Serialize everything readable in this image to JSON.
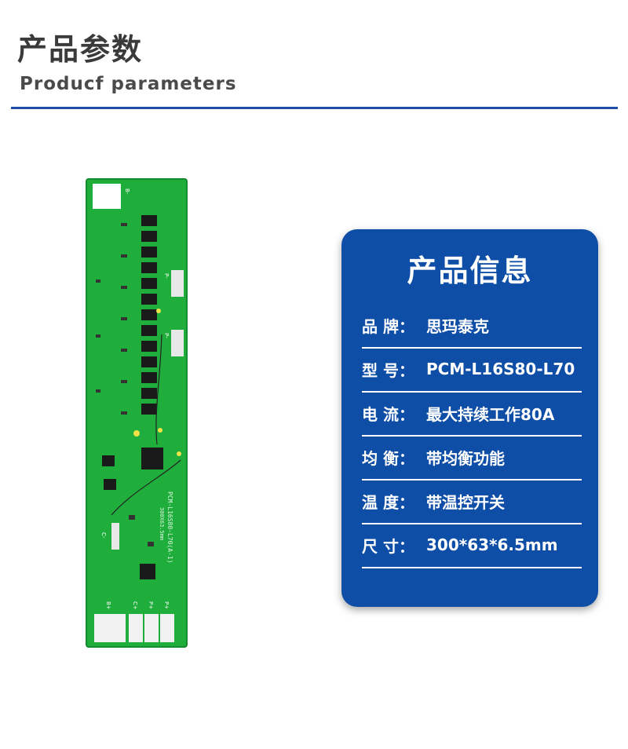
{
  "header": {
    "title_cn": "产品参数",
    "title_en": "Producf  parameters"
  },
  "board": {
    "model_silk": "PCM-L16S80-L70(A-1)",
    "size_silk": "300X63.5mm",
    "labels": [
      "B-",
      "P-",
      "P-",
      "C-",
      "B+",
      "C+",
      "P+",
      "P+"
    ]
  },
  "info": {
    "title": "产品信息",
    "rows": [
      {
        "key": "品 牌：",
        "value": "思玛泰克"
      },
      {
        "key": "型 号：",
        "value": "PCM-L16S80-L70"
      },
      {
        "key": "电 流：",
        "value": "最大持续工作80A"
      },
      {
        "key": "均 衡：",
        "value": "带均衡功能"
      },
      {
        "key": "温 度：",
        "value": "带温控开关"
      },
      {
        "key": "尺 寸：",
        "value": "300*63*6.5mm"
      }
    ]
  },
  "colors": {
    "accent": "#1d4fa8",
    "card": "#0f4ea6",
    "pcb": "#1fae3c"
  }
}
